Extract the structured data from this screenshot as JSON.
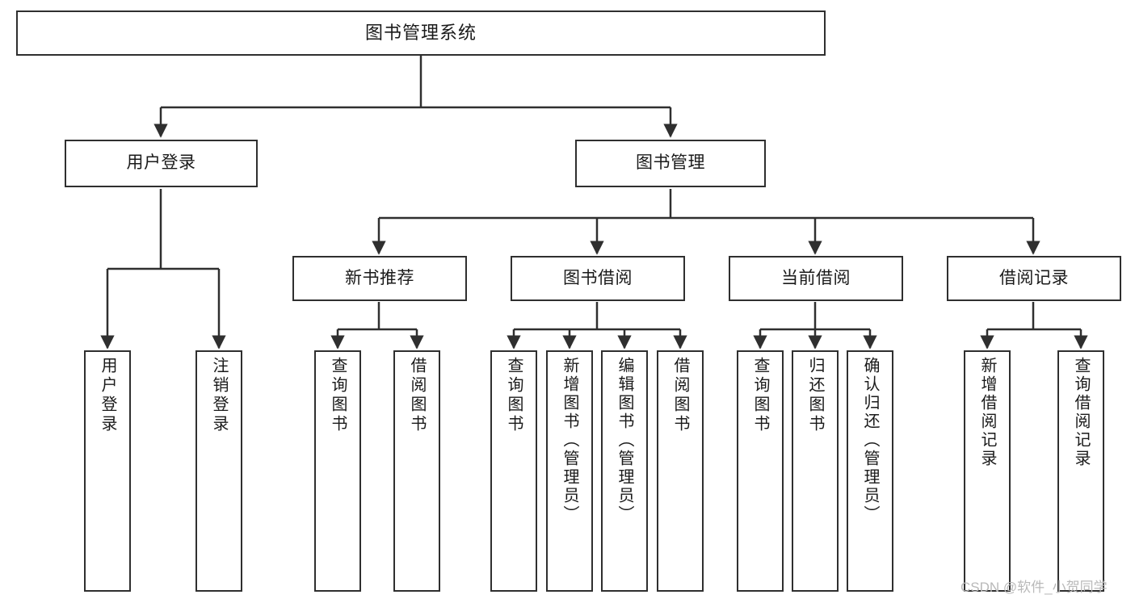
{
  "diagram": {
    "title": "图书管理系统",
    "type": "tree",
    "watermark": "CSDN @软件_小贺同学",
    "colors": {
      "box_border": "#2f2f2f",
      "box_fill": "#ffffff",
      "connector": "#2f2f2f",
      "text": "#1a1a1a",
      "watermark": "#b9b9b9",
      "background": "#ffffff"
    },
    "nodes": {
      "root": {
        "label": "图书管理系统"
      },
      "level2": [
        {
          "id": "user-login",
          "label": "用户登录"
        },
        {
          "id": "book-manage",
          "label": "图书管理"
        }
      ],
      "level3": [
        {
          "id": "new-book-recommend",
          "label": "新书推荐"
        },
        {
          "id": "book-borrow",
          "label": "图书借阅"
        },
        {
          "id": "current-borrow",
          "label": "当前借阅"
        },
        {
          "id": "borrow-record",
          "label": "借阅记录"
        }
      ],
      "leaves": {
        "user_login": [
          {
            "id": "leaf-user-login",
            "label": "用户登录"
          },
          {
            "id": "leaf-logout",
            "label": "注销登录"
          }
        ],
        "new_book_recommend": [
          {
            "id": "leaf-query-book-1",
            "label": "查询图书"
          },
          {
            "id": "leaf-borrow-book-1",
            "label": "借阅图书"
          }
        ],
        "book_borrow": [
          {
            "id": "leaf-query-book-2",
            "label": "查询图书"
          },
          {
            "id": "leaf-add-book",
            "label": "新增图书（管理员）"
          },
          {
            "id": "leaf-edit-book",
            "label": "编辑图书（管理员）"
          },
          {
            "id": "leaf-borrow-book-2",
            "label": "借阅图书"
          }
        ],
        "current_borrow": [
          {
            "id": "leaf-query-book-3",
            "label": "查询图书"
          },
          {
            "id": "leaf-return-book",
            "label": "归还图书"
          },
          {
            "id": "leaf-confirm-return",
            "label": "确认归还（管理员）"
          }
        ],
        "borrow_record": [
          {
            "id": "leaf-add-record",
            "label": "新增借阅记录"
          },
          {
            "id": "leaf-query-record",
            "label": "查询借阅记录"
          }
        ]
      }
    },
    "edges": [
      {
        "from": "图书管理系统",
        "to": "用户登录"
      },
      {
        "from": "图书管理系统",
        "to": "图书管理"
      },
      {
        "from": "用户登录",
        "to": "用户登录"
      },
      {
        "from": "用户登录",
        "to": "注销登录"
      },
      {
        "from": "图书管理",
        "to": "新书推荐"
      },
      {
        "from": "图书管理",
        "to": "图书借阅"
      },
      {
        "from": "图书管理",
        "to": "当前借阅"
      },
      {
        "from": "图书管理",
        "to": "借阅记录"
      },
      {
        "from": "新书推荐",
        "to": "查询图书"
      },
      {
        "from": "新书推荐",
        "to": "借阅图书"
      },
      {
        "from": "图书借阅",
        "to": "查询图书"
      },
      {
        "from": "图书借阅",
        "to": "新增图书（管理员）"
      },
      {
        "from": "图书借阅",
        "to": "编辑图书（管理员）"
      },
      {
        "from": "图书借阅",
        "to": "借阅图书"
      },
      {
        "from": "当前借阅",
        "to": "查询图书"
      },
      {
        "from": "当前借阅",
        "to": "归还图书"
      },
      {
        "from": "当前借阅",
        "to": "确认归还（管理员）"
      },
      {
        "from": "借阅记录",
        "to": "新增借阅记录"
      },
      {
        "from": "借阅记录",
        "to": "查询借阅记录"
      }
    ]
  }
}
